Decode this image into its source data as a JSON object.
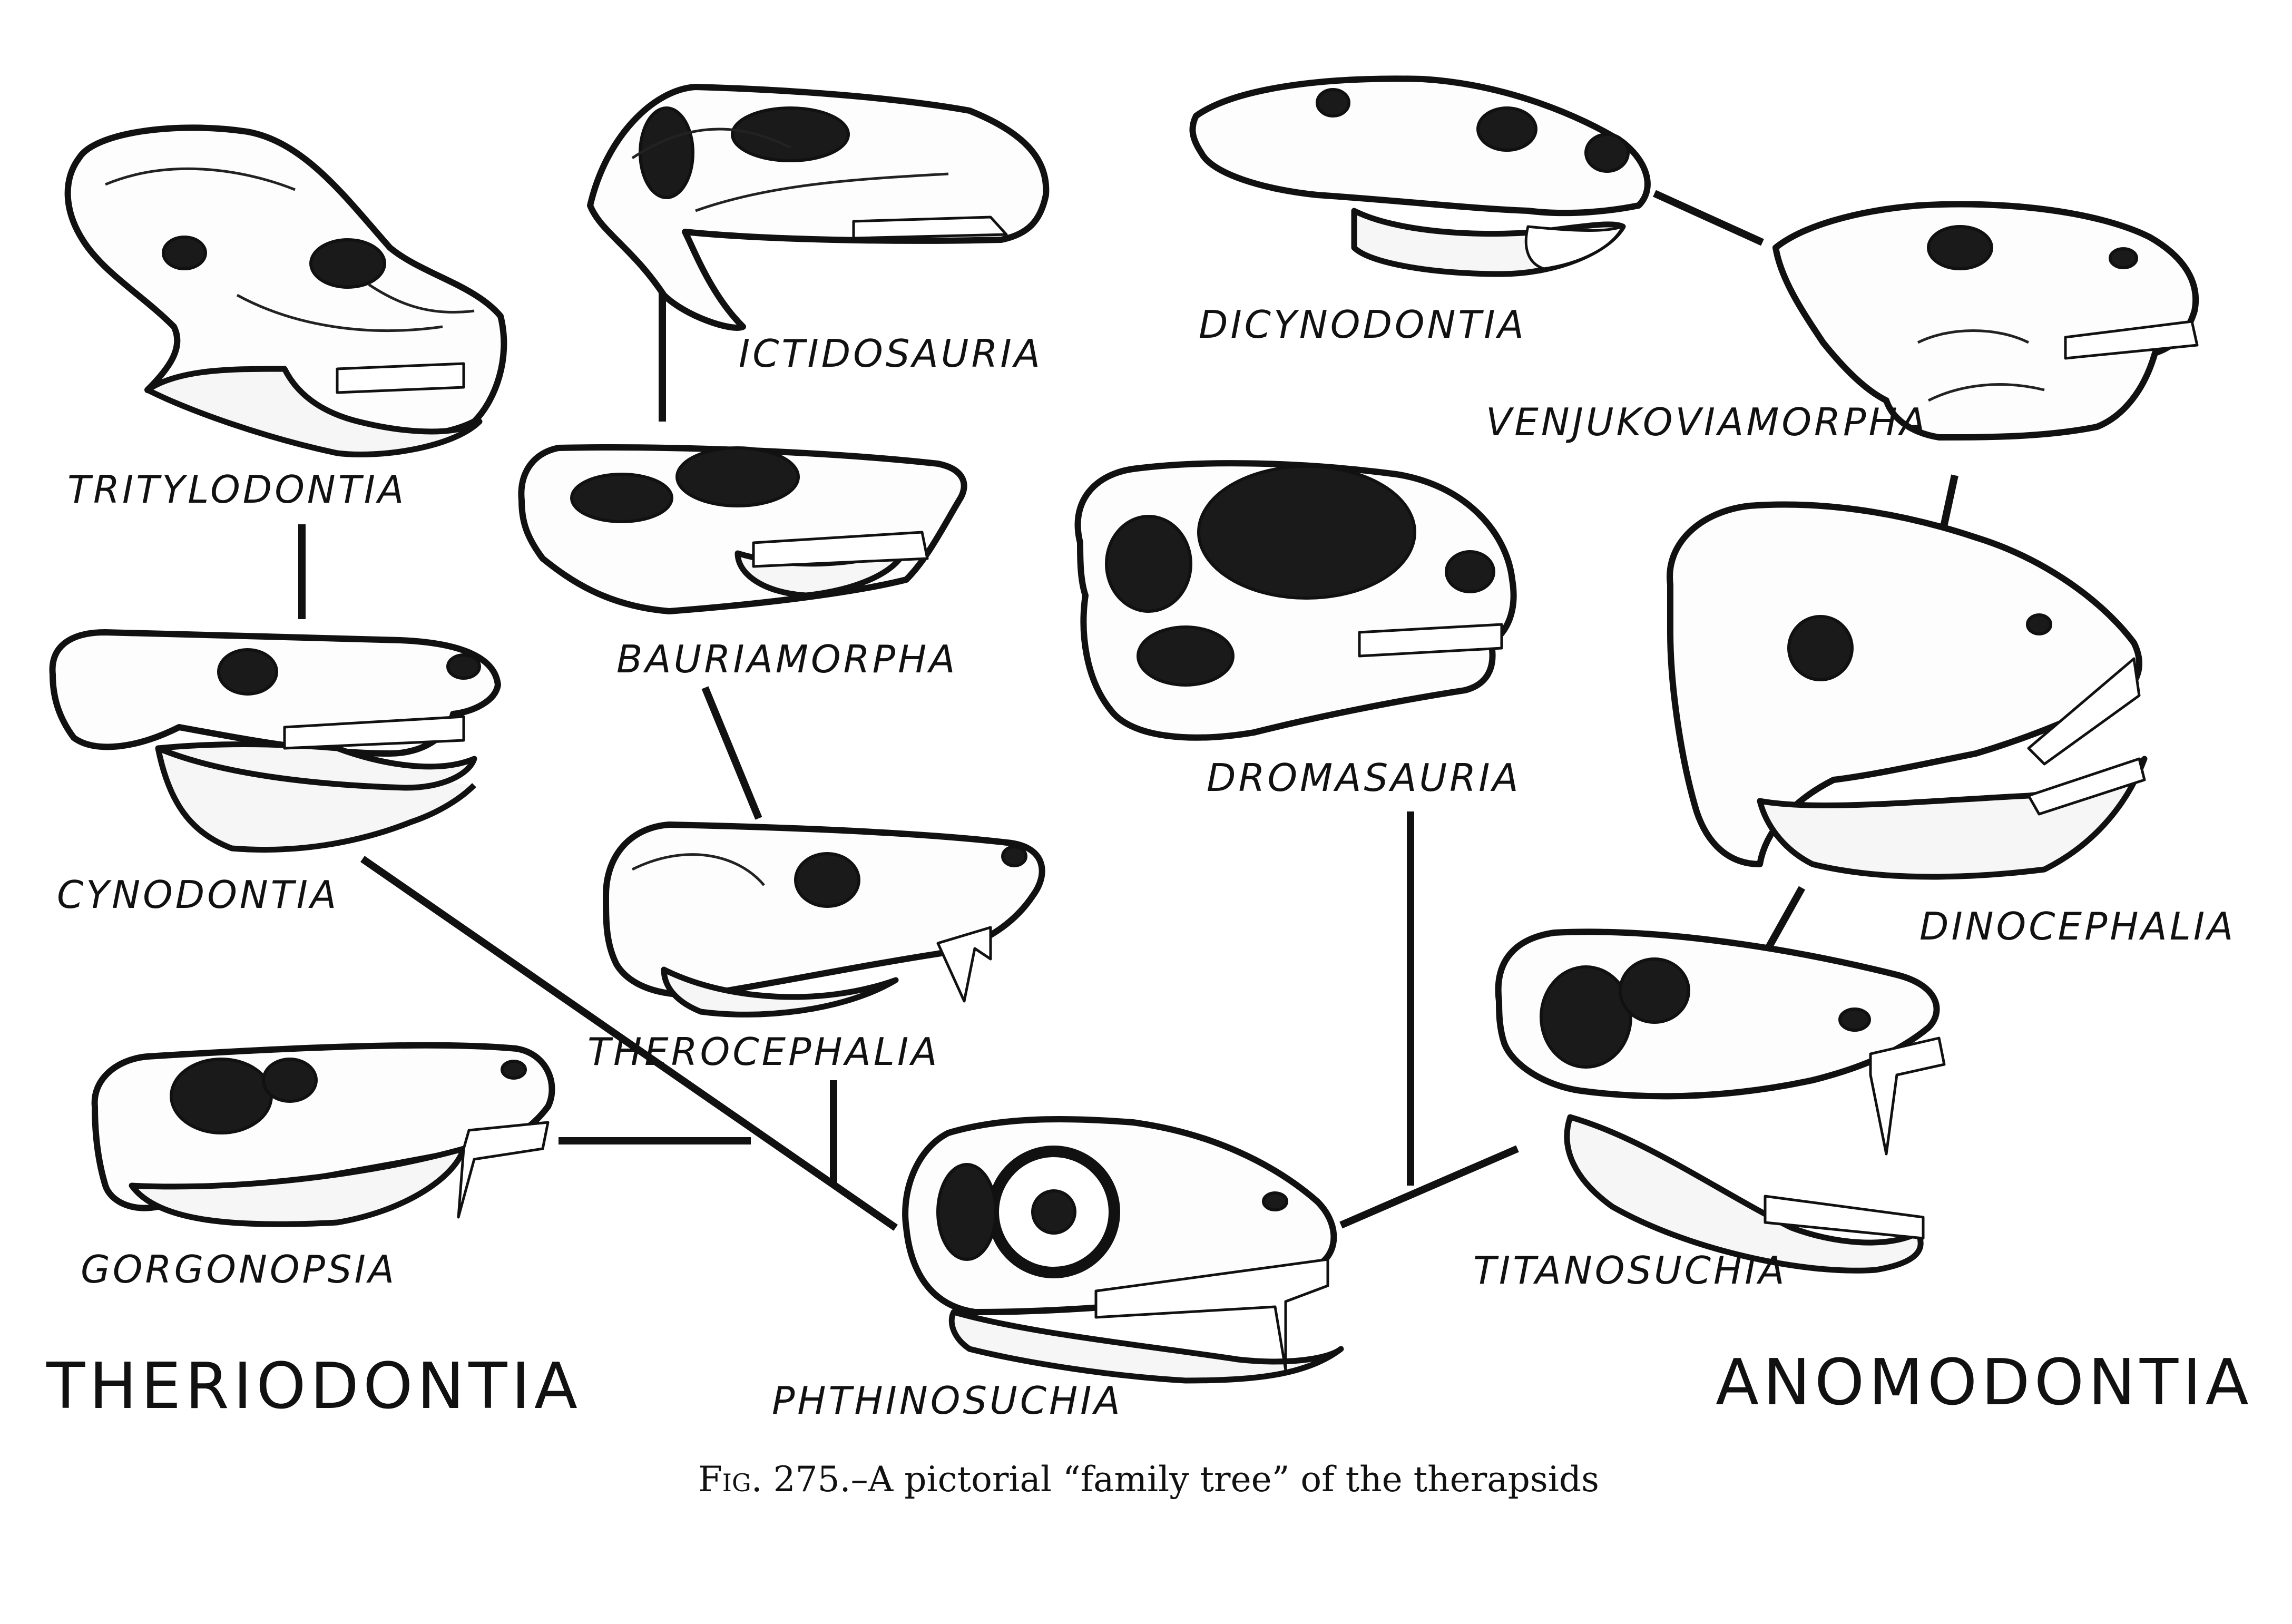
{
  "figure": {
    "caption_fig": "Fig. 275.",
    "caption_text": "–A pictorial “family tree” of the therapsids"
  },
  "groups": {
    "left": "THERIODONTIA",
    "right": "ANOMODONTIA"
  },
  "taxa": {
    "tritylodontia": "TRITYLODONTIA",
    "ictidosauria": "ICTIDOSAURIA",
    "bauriamorpha": "BAURIAMORPHA",
    "cynodontia": "CYNODONTIA",
    "therocephalia": "THEROCEPHALIA",
    "gorgonopsia": "GORGONOPSIA",
    "phthinosuchia": "PHTHINOSUCHIA",
    "dicynodontia": "DICYNODONTIA",
    "venjukoviamorpha": "VENJUKOVIAMORPHA",
    "dromasauria": "DROMASAURIA",
    "dinocephalia": "DINOCEPHALIA",
    "titanosuchia": "TITANOSUCHIA"
  },
  "colors": {
    "ink": "#111111",
    "paper": "#ffffff"
  }
}
